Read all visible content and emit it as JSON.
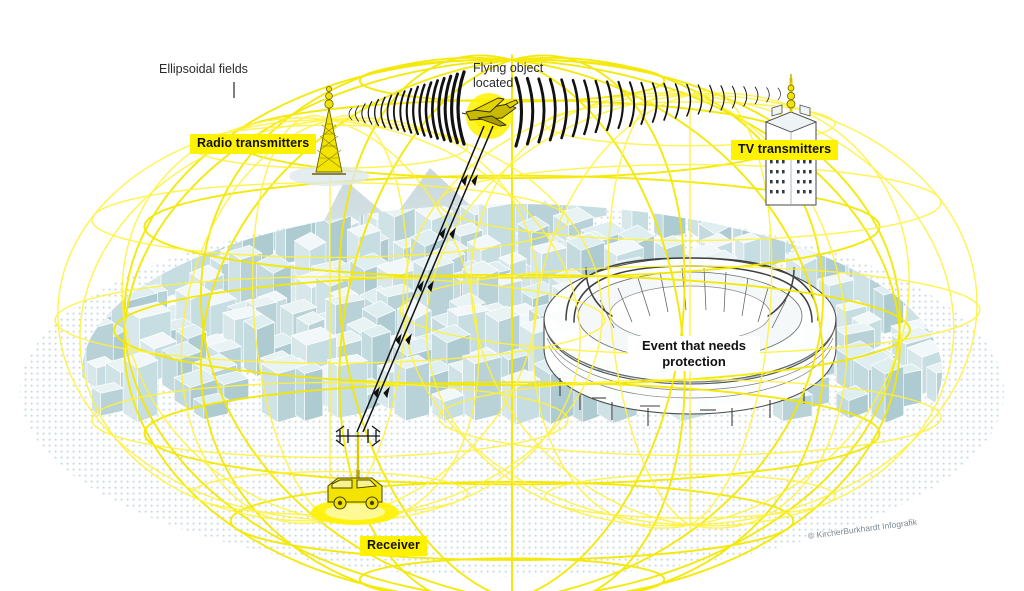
{
  "graphic": {
    "title": "Passive radar ellipsoidal field detection diagram",
    "background_color": "#ffffff",
    "accent_yellow": "#fff200",
    "field_line_color": "#f2e600",
    "city_color": "#cfe0e2",
    "wave_color": "#111111",
    "credit": "© KircherBurkhardt Infografik"
  },
  "labels": {
    "ellipsoidal_fields": "Ellipsoidal fields",
    "radio_transmitters": "Radio transmitters",
    "flying_object_line1": "Flying object",
    "flying_object_line2": "located",
    "tv_transmitters": "TV transmitters",
    "event_line1": "Event that needs",
    "event_line2": "protection",
    "receiver": "Receiver"
  },
  "icons": {
    "radio_tower": "radio-tower-icon",
    "tv_tower_building": "tv-tower-building-icon",
    "airplane": "airplane-icon",
    "stadium": "stadium-icon",
    "receiver_vehicle": "receiver-vehicle-icon",
    "leader_line": "leader-line-icon",
    "radio_wave_arcs": "radio-wave-arcs-icon",
    "signal_path": "signal-path-icon",
    "city_blocks": "city-blocks-icon",
    "mountain": "mountain-icon",
    "halftone_ground": "halftone-ground-icon"
  },
  "elements": {
    "radio_tower_label_position": "left",
    "tv_tower_label_position": "right",
    "receiver_label_position": "bottom-center",
    "event_label_position": "center-right"
  }
}
